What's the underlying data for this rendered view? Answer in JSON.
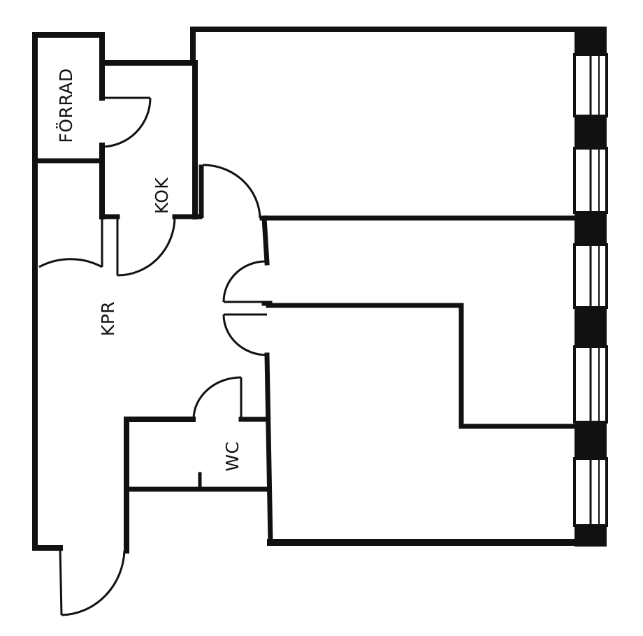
{
  "floor_plan": {
    "rooms": {
      "storage": "FÖRRAD",
      "kitchen": "KOK",
      "hallway": "KPR",
      "toilet": "WC"
    },
    "colors": {
      "wall": "#111111",
      "background": "#ffffff"
    }
  }
}
